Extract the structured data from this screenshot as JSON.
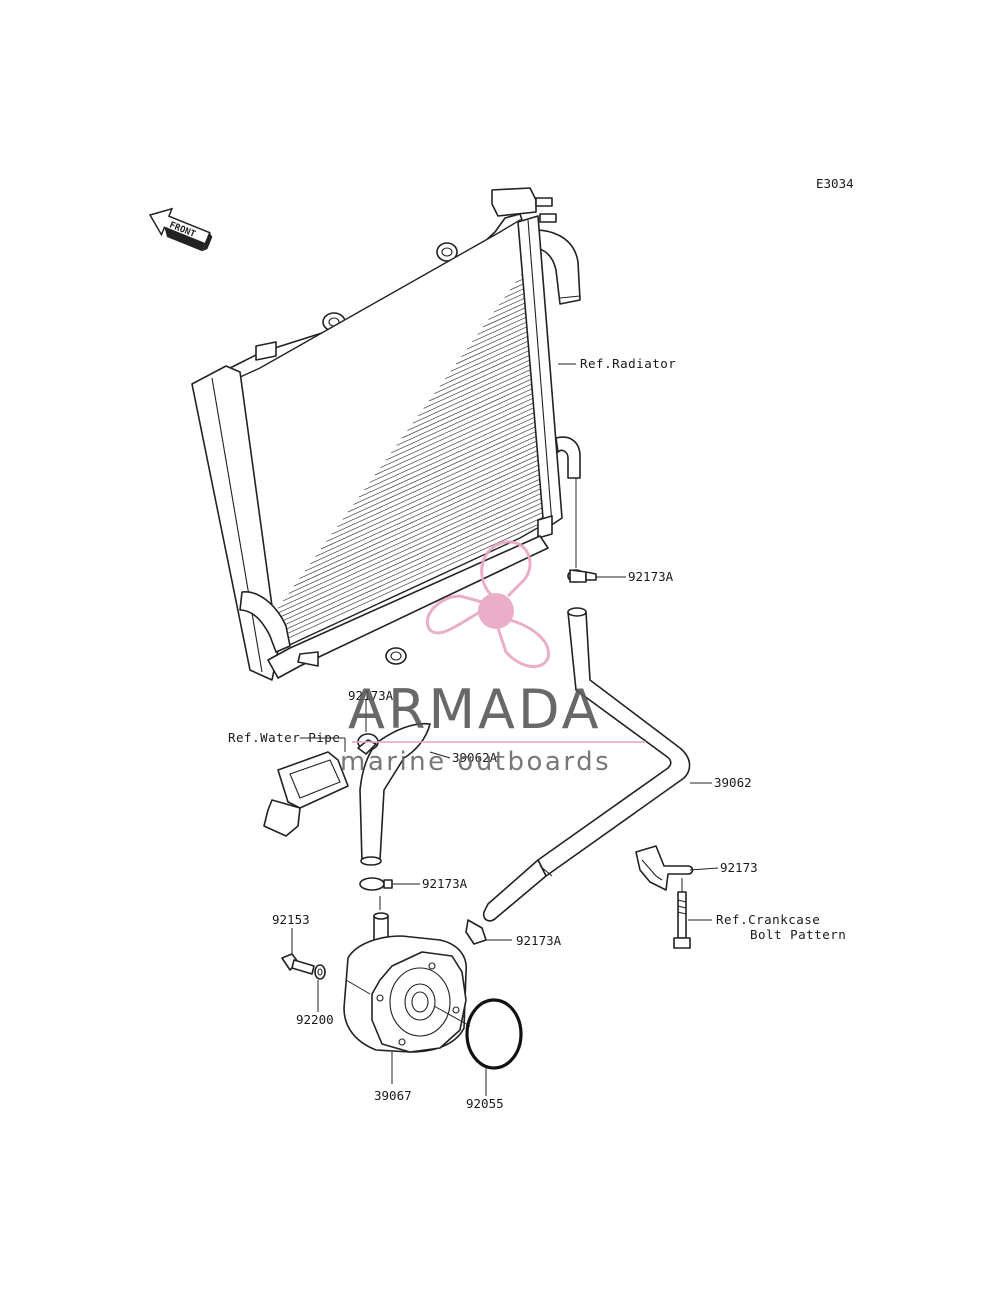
{
  "diagram": {
    "code": "E3034",
    "front_label": "FRONT",
    "labels": {
      "ref_radiator": "Ref.Radiator",
      "p92173A_top": "92173A",
      "p92173A_left": "92173A",
      "ref_water_pipe": "Ref.Water Pipe",
      "p39062A": "39062A",
      "p39062": "39062",
      "p92173": "92173",
      "p92173A_mid": "92173A",
      "p92173A_low": "92173A",
      "ref_crankcase_1": "Ref.Crankcase",
      "ref_crankcase_2": "Bolt Pattern",
      "p92153": "92153",
      "p92200": "92200",
      "p39067": "39067",
      "p92055": "92055"
    }
  },
  "watermark": {
    "title": "ARMADA",
    "subtitle": "marine outboards",
    "accent_color": "#e8a6c3",
    "text_color": "#5a5a5a"
  }
}
